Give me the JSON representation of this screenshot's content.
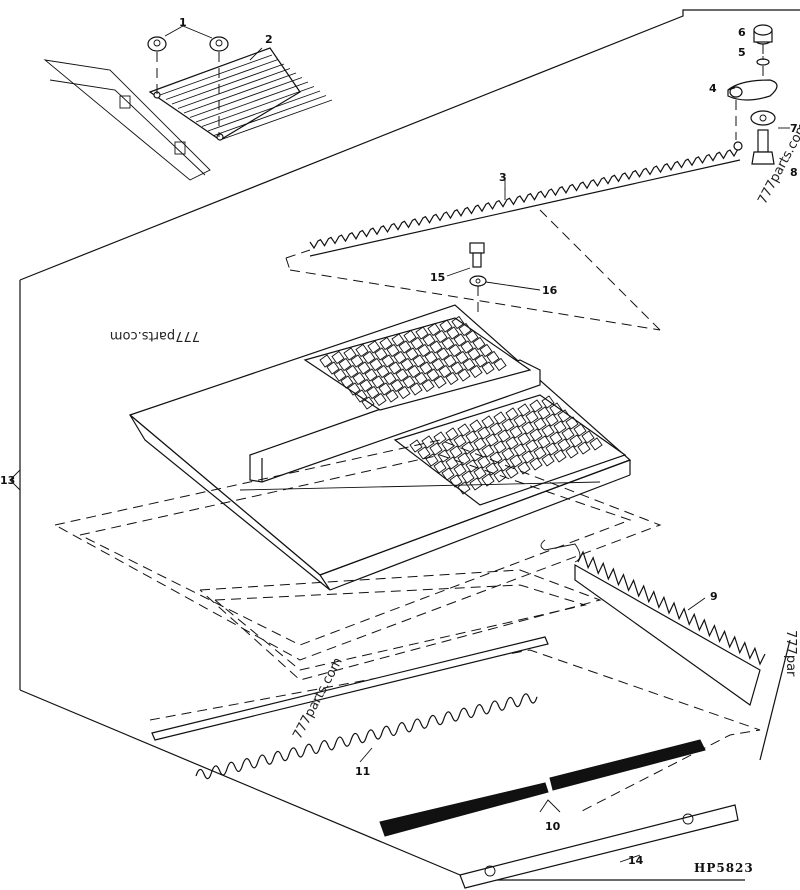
{
  "callouts": {
    "c1": "1",
    "c2": "2",
    "c3": "3",
    "c4": "4",
    "c5": "5",
    "c6": "6",
    "c7": "7",
    "c8": "8",
    "c9": "9",
    "c10": "10",
    "c11": "11",
    "c13": "13",
    "c14": "14",
    "c15": "15",
    "c16": "16"
  },
  "watermarks": {
    "w1": "777parts.com",
    "w2": "777parts.com",
    "w3": "777parts.com",
    "w4": "777par"
  },
  "figure_id": "HP5823",
  "colors": {
    "ink": "#111111",
    "paper": "#ffffff"
  }
}
